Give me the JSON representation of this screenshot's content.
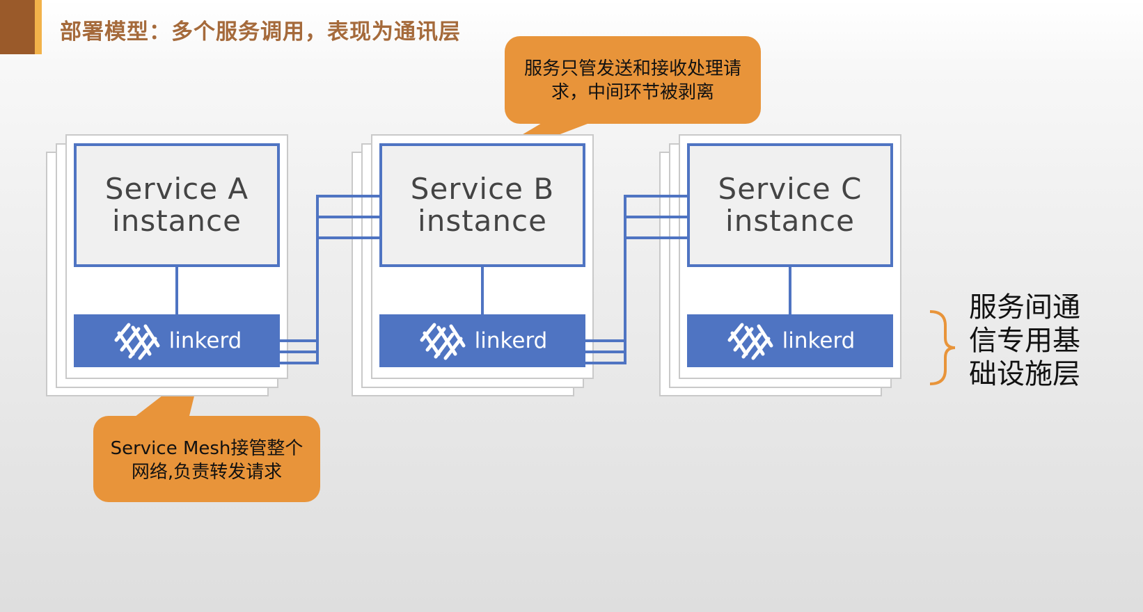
{
  "slide": {
    "title": "部署模型：多个服务调用，表现为通讯层"
  },
  "diagram": {
    "services": [
      {
        "line1": "Service A",
        "line2": "instance",
        "proxy_label": "linkerd"
      },
      {
        "line1": "Service B",
        "line2": "instance",
        "proxy_label": "linkerd"
      },
      {
        "line1": "Service C",
        "line2": "instance",
        "proxy_label": "linkerd"
      }
    ],
    "callout_top": "服务只管发送和接收处理请\n求，中间环节被剥离",
    "callout_bottom": "Service Mesh接管整个\n网络,负责转发请求",
    "side_label": "服务间通信专用基础设施层"
  },
  "colors": {
    "accent_blue": "#4f74c2",
    "callout_orange": "#e8943a",
    "title_brown": "#a56a3b",
    "bracket_orange": "#e8943a"
  },
  "icons": {
    "proxy": "linkerd-logo-icon",
    "side": "curly-brace-icon"
  }
}
